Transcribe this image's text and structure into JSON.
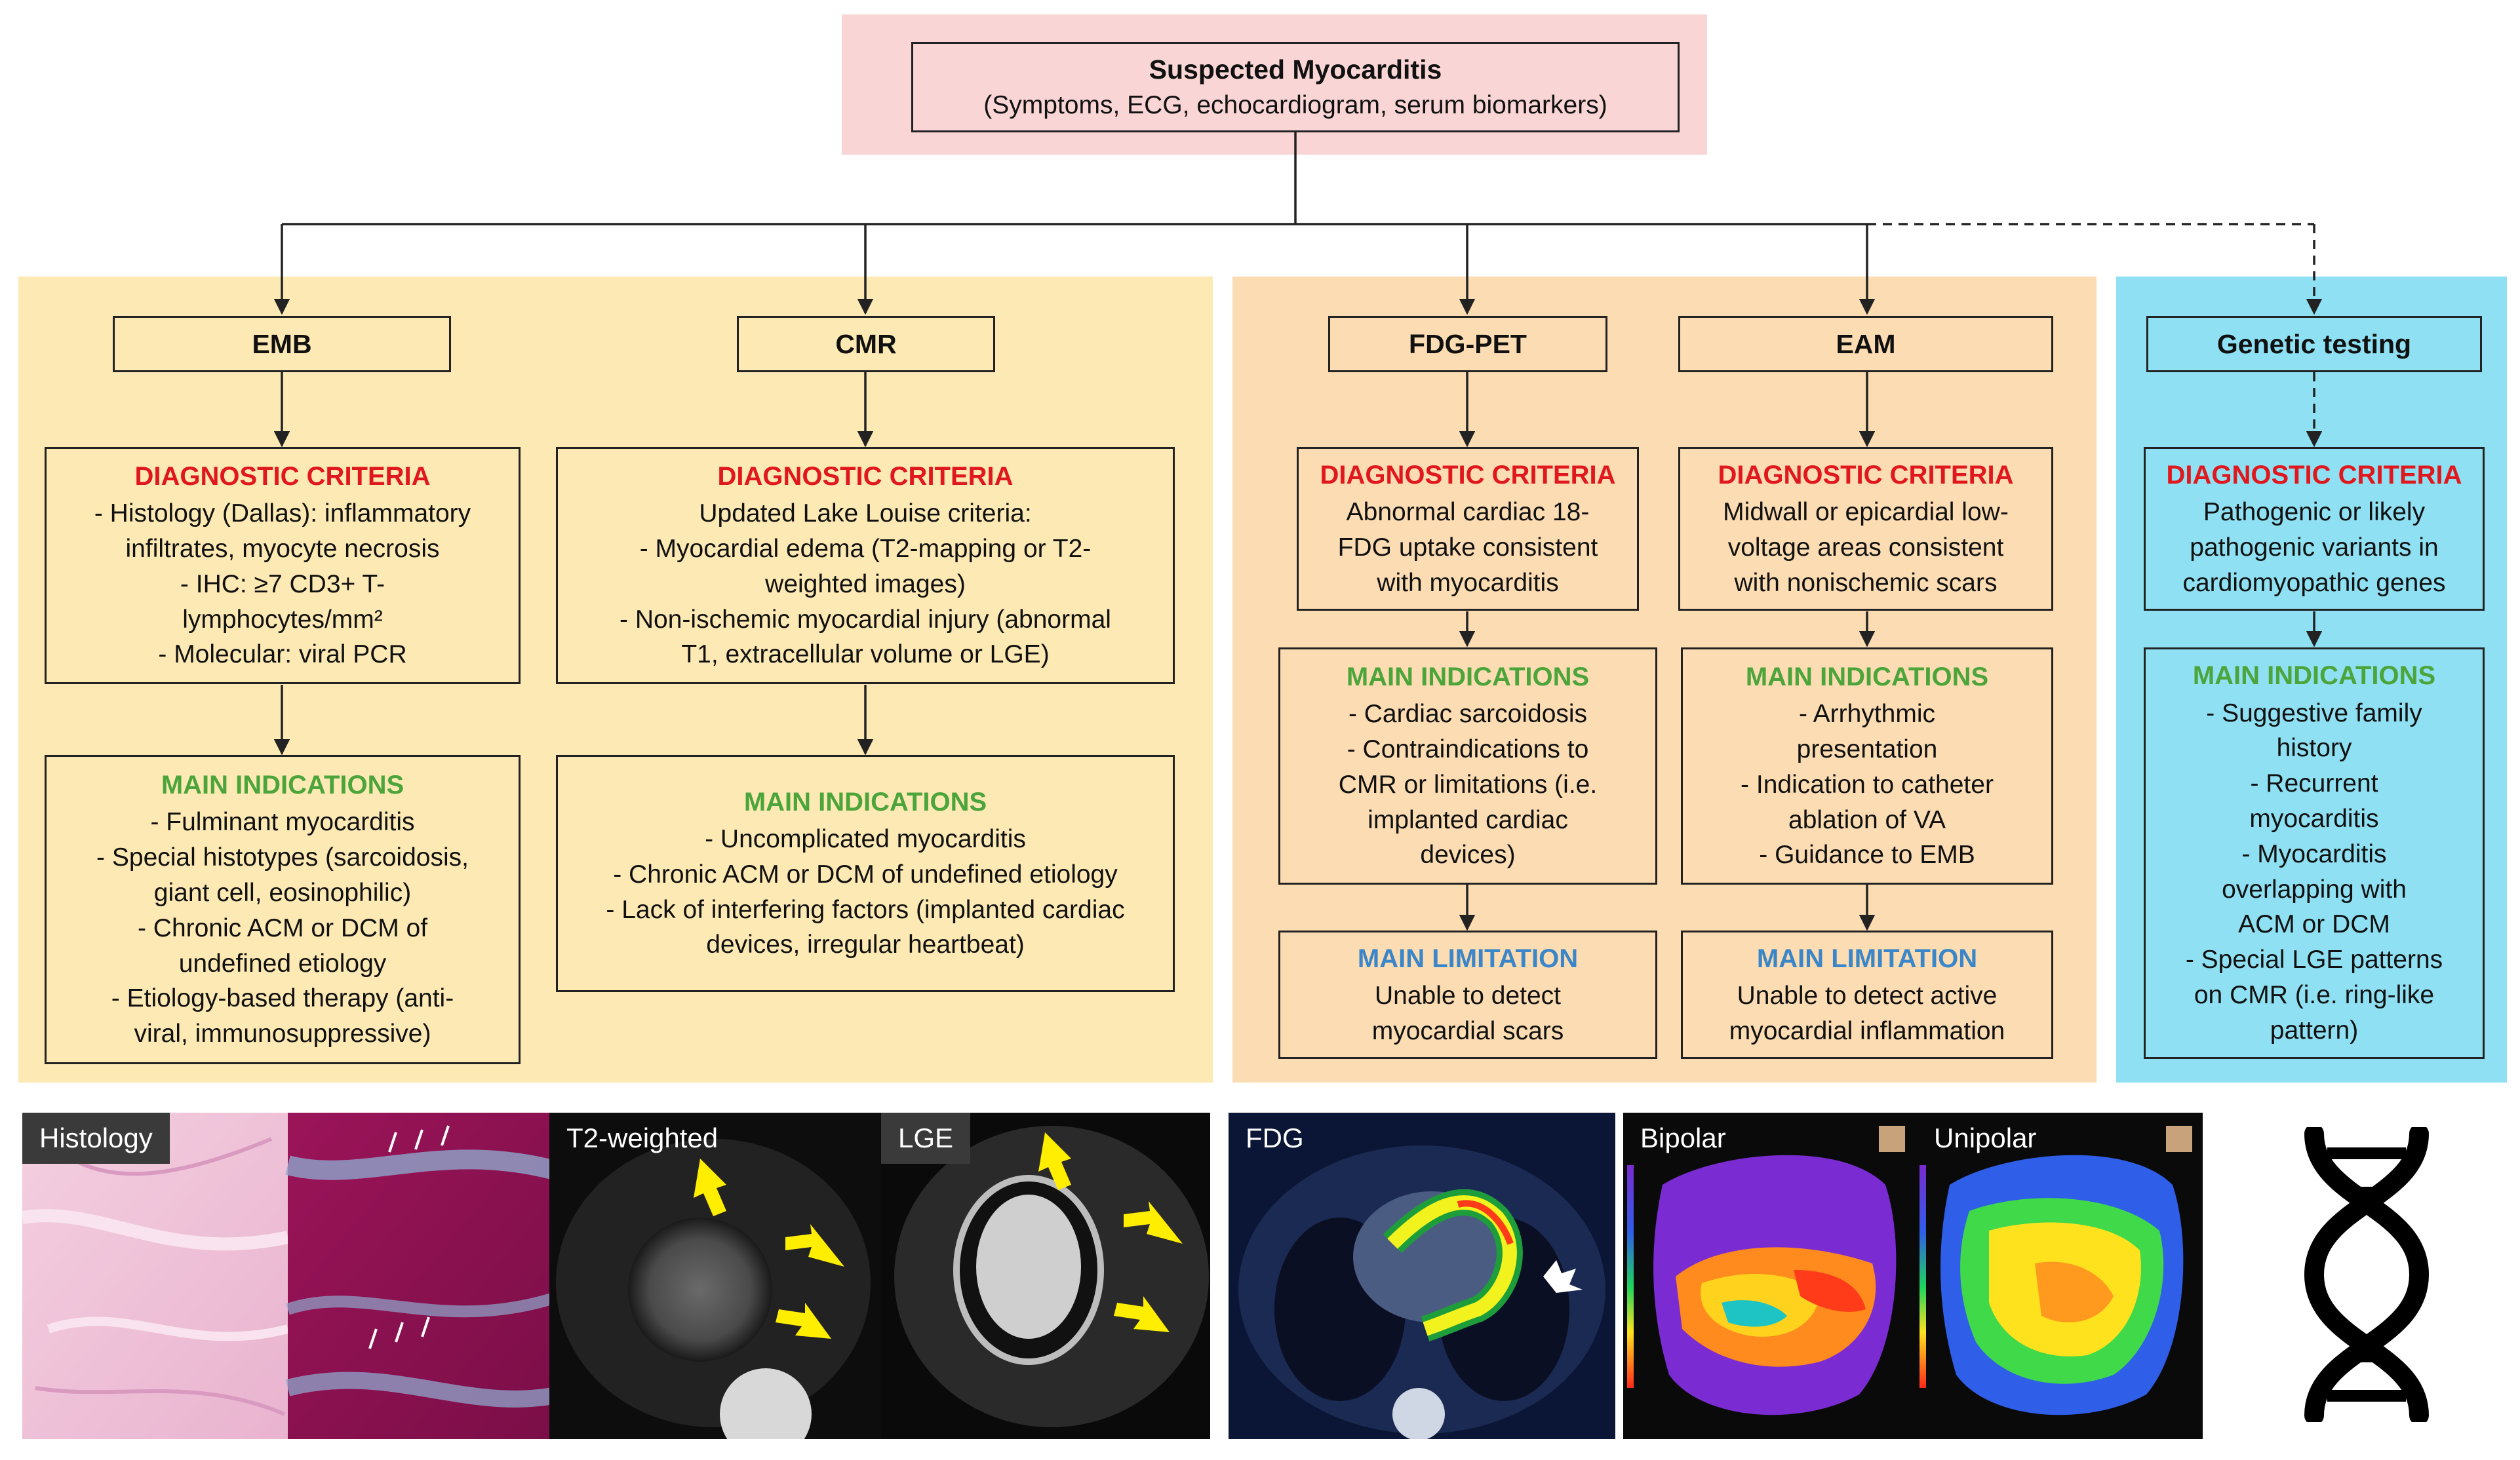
{
  "root": {
    "title": "Suspected Myocarditis",
    "subtitle": "(Symptoms, ECG, echocardiogram, serum biomarkers)"
  },
  "colors": {
    "root_bg": "#f9d5d5",
    "panel_yellow": "#fde9b4",
    "panel_orange": "#fcdcb2",
    "panel_blue": "#8ee0f2",
    "criteria_red": "#e0181e",
    "indications_green": "#4ca53b",
    "limitation_blue": "#3a86c8"
  },
  "columns": {
    "emb": {
      "title": "EMB",
      "criteria_header": "DIAGNOSTIC CRITERIA",
      "criteria": [
        "-    Histology (Dallas): inflammatory",
        "infiltrates, myocyte necrosis",
        "-    IHC: ≥7 CD3+ T-",
        "lymphocytes/mm²",
        "- Molecular: viral PCR"
      ],
      "indications_header": "MAIN INDICATIONS",
      "indications": [
        "-    Fulminant myocarditis",
        "-    Special histotypes (sarcoidosis,",
        "giant cell, eosinophilic)",
        "-    Chronic ACM or DCM of",
        "undefined etiology",
        "-    Etiology-based therapy (anti-",
        "viral, immunosuppressive)"
      ]
    },
    "cmr": {
      "title": "CMR",
      "criteria_header": "DIAGNOSTIC CRITERIA",
      "criteria": [
        "Updated Lake Louise criteria:",
        "-    Myocardial edema (T2-mapping or T2-",
        "weighted images)",
        "-    Non-ischemic myocardial injury (abnormal",
        "T1, extracellular volume or LGE)"
      ],
      "indications_header": "MAIN INDICATIONS",
      "indications": [
        "-    Uncomplicated myocarditis",
        "-    Chronic ACM or DCM of undefined etiology",
        "-    Lack of interfering factors (implanted cardiac",
        "devices, irregular heartbeat)"
      ]
    },
    "fdgpet": {
      "title": "FDG-PET",
      "criteria_header": "DIAGNOSTIC CRITERIA",
      "criteria": [
        "Abnormal cardiac 18-",
        "FDG uptake consistent",
        "with myocarditis"
      ],
      "indications_header": "MAIN INDICATIONS",
      "indications": [
        "-    Cardiac sarcoidosis",
        "-    Contraindications to",
        "CMR or limitations (i.e.",
        "implanted cardiac",
        "devices)"
      ],
      "limitation_header": "MAIN LIMITATION",
      "limitation": [
        "Unable to detect",
        "myocardial scars"
      ]
    },
    "eam": {
      "title": "EAM",
      "criteria_header": "DIAGNOSTIC CRITERIA",
      "criteria": [
        "Midwall or epicardial low-",
        "voltage areas consistent",
        "with nonischemic scars"
      ],
      "indications_header": "MAIN INDICATIONS",
      "indications": [
        "-    Arrhythmic",
        "presentation",
        "-    Indication to catheter",
        "ablation of VA",
        "-    Guidance to EMB"
      ],
      "limitation_header": "MAIN LIMITATION",
      "limitation": [
        "Unable to detect active",
        "myocardial inflammation"
      ]
    },
    "genetic": {
      "title": "Genetic testing",
      "criteria_header": "DIAGNOSTIC CRITERIA",
      "criteria": [
        "Pathogenic or likely",
        "pathogenic variants in",
        "cardiomyopathic genes"
      ],
      "indications_header": "MAIN INDICATIONS",
      "indications": [
        "-    Suggestive family",
        "history",
        "-    Recurrent",
        "myocarditis",
        "-    Myocarditis",
        "overlapping with",
        "ACM or DCM",
        "-    Special LGE patterns",
        "on CMR (i.e. ring-like",
        "pattern)"
      ]
    }
  },
  "images": {
    "histology": "Histology",
    "t2": "T2-weighted",
    "lge": "LGE",
    "fdg": "FDG",
    "bipolar": "Bipolar",
    "unipolar": "Unipolar",
    "dna_icon": "dna-icon"
  }
}
